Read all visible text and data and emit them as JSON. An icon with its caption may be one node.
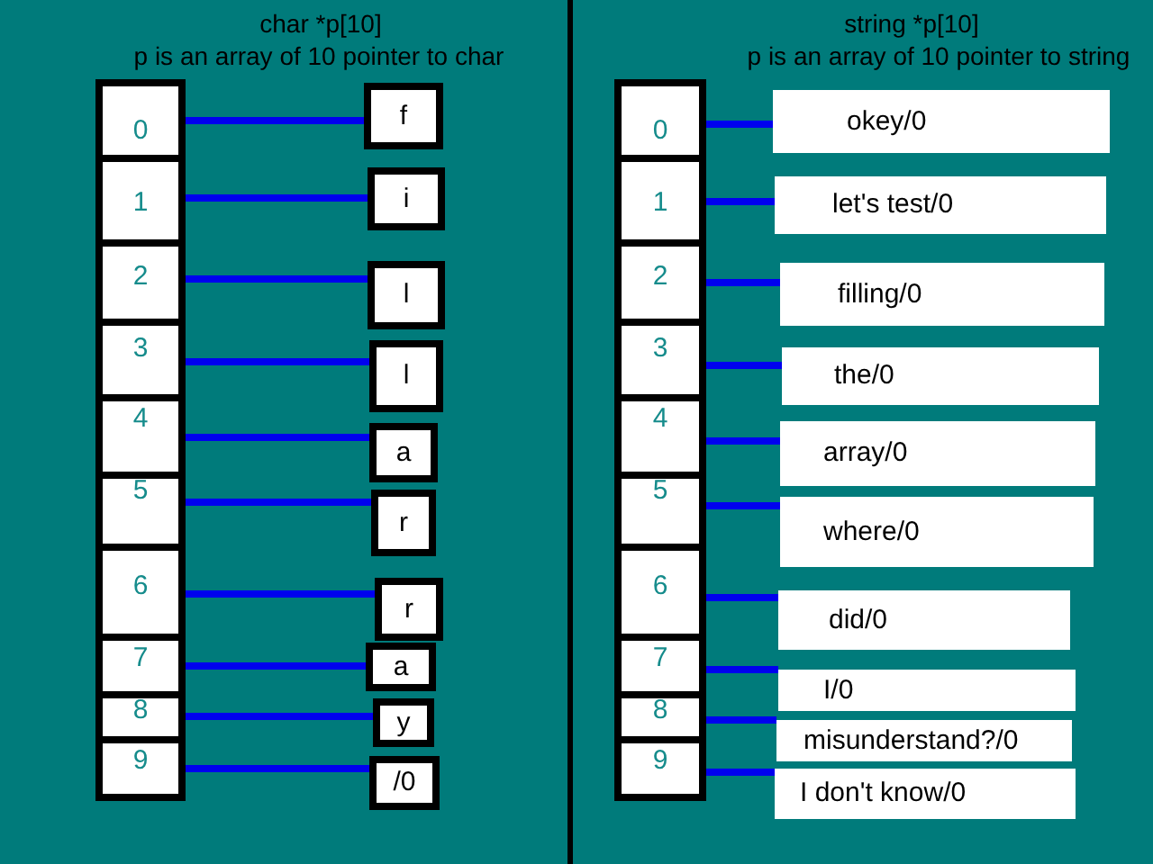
{
  "diagram": {
    "nodes": [
      {
        "text": [
          "0"
        ]
      },
      {
        "text": [
          "1"
        ]
      },
      {
        "text": [
          "2"
        ]
      },
      {
        "text": [
          "3"
        ]
      },
      {
        "text": [
          "4"
        ]
      },
      {
        "text": [
          "5"
        ]
      },
      {
        "text": [
          "6"
        ]
      },
      {
        "text": [
          "7"
        ]
      },
      {
        "text": [
          "8"
        ]
      },
      {
        "text": [
          "9"
        ]
      },
      {
        "text": [
          "f"
        ]
      },
      {
        "text": [
          "i"
        ]
      },
      {
        "text": [
          "l"
        ]
      },
      {
        "text": [
          "l"
        ]
      },
      {
        "text": [
          "a"
        ]
      },
      {
        "text": [
          "r"
        ]
      },
      {
        "text": [
          "r"
        ]
      },
      {
        "text": [
          "a"
        ]
      },
      {
        "text": [
          "y"
        ]
      },
      {
        "text": [
          "/0"
        ]
      },
      {
        "text": [
          "0"
        ]
      },
      {
        "text": [
          "1"
        ]
      },
      {
        "text": [
          "2"
        ]
      },
      {
        "text": [
          "3"
        ]
      },
      {
        "text": [
          "4"
        ]
      },
      {
        "text": [
          "5"
        ]
      },
      {
        "text": [
          "6"
        ]
      },
      {
        "text": [
          "7"
        ]
      },
      {
        "text": [
          "8"
        ]
      },
      {
        "text": [
          "9"
        ]
      },
      {
        "text": [
          "okey/0"
        ]
      },
      {
        "text": [
          "let's test/0"
        ]
      },
      {
        "text": [
          "filling/0"
        ]
      },
      {
        "text": [
          "the/0"
        ]
      },
      {
        "text": [
          "array/0"
        ]
      },
      {
        "text": [
          "where/0"
        ]
      },
      {
        "text": [
          "did/0"
        ]
      },
      {
        "text": [
          "I/0"
        ]
      },
      {
        "text": [
          "misunderstand?/0"
        ]
      },
      {
        "text": [
          "I don't know/0"
        ]
      }
    ],
    "edges": [
      {
        "from": 0,
        "to": 10,
        "arrow": "none"
      },
      {
        "from": 1,
        "to": 11,
        "arrow": "none"
      },
      {
        "from": 2,
        "to": 12,
        "arrow": "none"
      },
      {
        "from": 3,
        "to": 13,
        "arrow": "none"
      },
      {
        "from": 4,
        "to": 14,
        "arrow": "none"
      },
      {
        "from": 5,
        "to": 15,
        "arrow": "none"
      },
      {
        "from": 6,
        "to": 16,
        "arrow": "none"
      },
      {
        "from": 7,
        "to": 17,
        "arrow": "none"
      },
      {
        "from": 8,
        "to": 18,
        "arrow": "none"
      },
      {
        "from": 9,
        "to": 19,
        "arrow": "none"
      },
      {
        "from": 20,
        "to": 30,
        "arrow": "none"
      },
      {
        "from": 21,
        "to": 31,
        "arrow": "none"
      },
      {
        "from": 22,
        "to": 32,
        "arrow": "none"
      },
      {
        "from": 23,
        "to": 33,
        "arrow": "none"
      },
      {
        "from": 24,
        "to": 34,
        "arrow": "none"
      },
      {
        "from": 25,
        "to": 35,
        "arrow": "none"
      },
      {
        "from": 26,
        "to": 36,
        "arrow": "none"
      },
      {
        "from": 27,
        "to": 37,
        "arrow": "none"
      },
      {
        "from": 28,
        "to": 38,
        "arrow": "none"
      },
      {
        "from": 29,
        "to": 39,
        "arrow": "none"
      }
    ],
    "labels": [
      "char *p[10]",
      "p is an array of 10 pointer to char",
      "string *p[10]",
      "p is an array of 10 pointer to string"
    ]
  }
}
